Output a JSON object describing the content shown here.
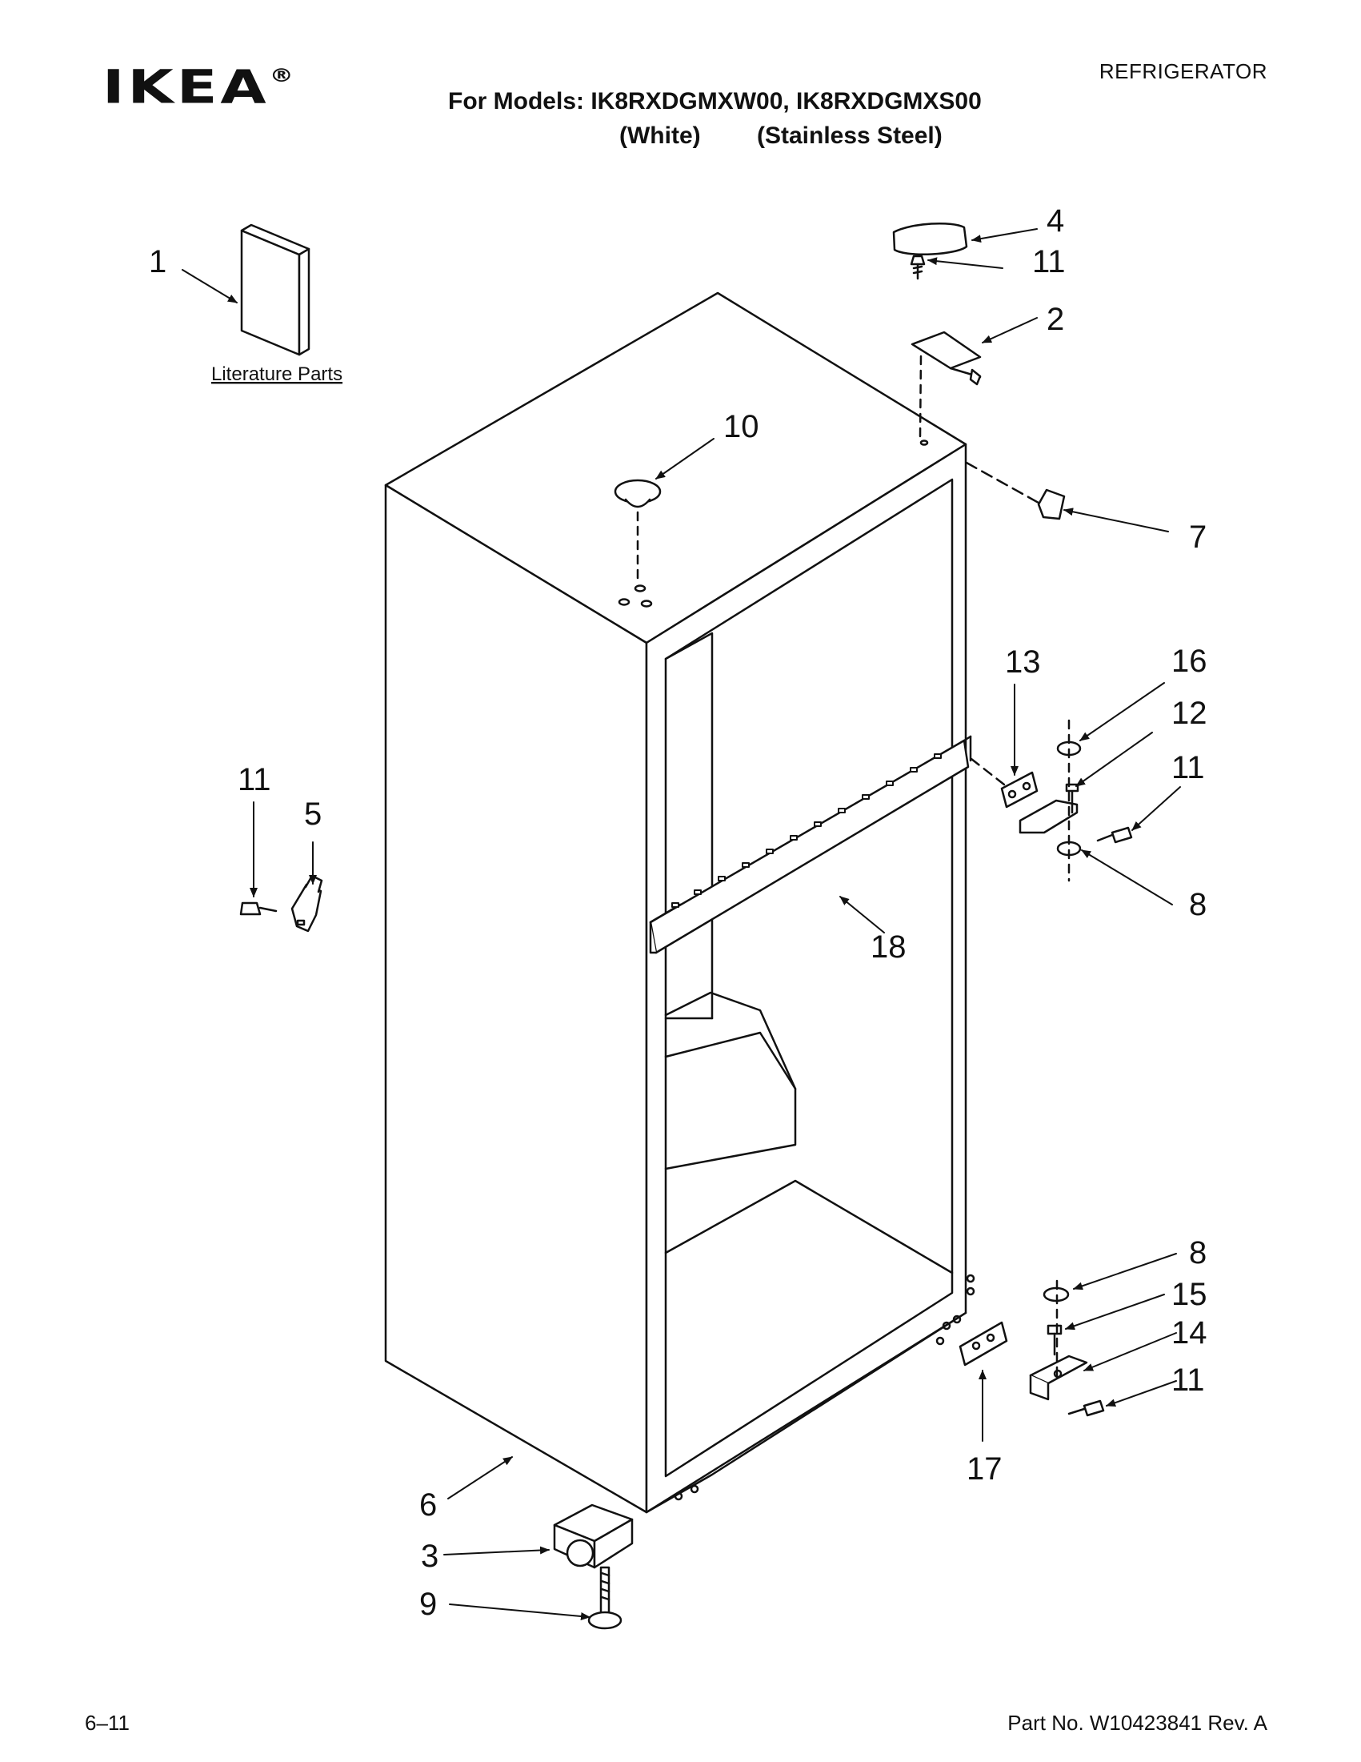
{
  "brand": {
    "logo_text": "IKEA",
    "trademark": "®"
  },
  "header": {
    "category": "REFRIGERATOR",
    "models_line": "For Models: IK8RXDGMXW00, IK8RXDGMXS00",
    "variant_white": "(White)",
    "variant_stainless": "(Stainless Steel)"
  },
  "diagram": {
    "literature_label": "Literature Parts",
    "callouts": {
      "c1": "1",
      "c2": "2",
      "c3": "3",
      "c4": "4",
      "c5": "5",
      "c6": "6",
      "c7": "7",
      "c8a": "8",
      "c8b": "8",
      "c9": "9",
      "c10": "10",
      "c11a": "11",
      "c11b": "11",
      "c11c": "11",
      "c11d": "11",
      "c12": "12",
      "c13": "13",
      "c14": "14",
      "c15": "15",
      "c16": "16",
      "c17": "17",
      "c18": "18"
    }
  },
  "footer": {
    "page_code": "6–11",
    "part_number": "Part No. W10423841 Rev. A"
  }
}
